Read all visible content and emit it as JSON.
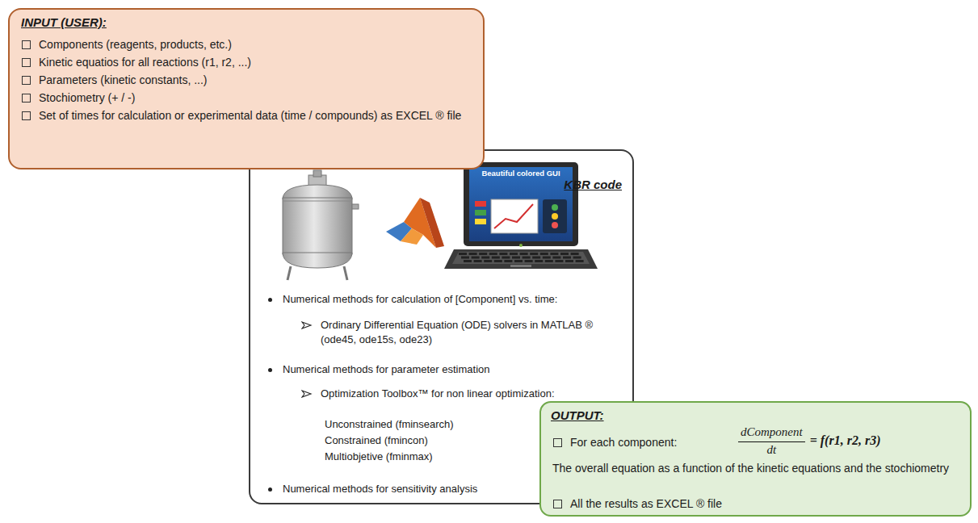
{
  "diagram": {
    "nodes": [
      {
        "text": [
          "INPUT (USER):",
          "Components (reagents, products, etc.)",
          "Kinetic equatios for all reactions (r1, r2, ...)",
          "Parameters (kinetic constants, ...)",
          "Stochiometry (+ / -)",
          "Set of times for calculation or experimental data (time / compounds) as EXCEL ® file"
        ]
      },
      {
        "text": [
          "KBR code",
          "Numerical methods for calculation of [Component] vs. time:",
          "Ordinary Differential Equation (ODE) solvers in MATLAB ® (ode45, ode15s, ode23)",
          "Numerical methods for parameter estimation",
          "Optimization Toolbox™ for non linear optimization:",
          "Unconstrained (fminsearch)",
          "Constrained (fmincon)",
          "Multiobjetive (fminmax)",
          "Numerical methods for sensitivity analysis"
        ]
      },
      {
        "text": [
          "OUTPUT:",
          "For each component:",
          "dComponent",
          "dt",
          "= f(r1, r2, r3)",
          "The overall equation as a function of the kinetic equations and the stochiometry",
          "All the results as EXCEL ® file"
        ]
      }
    ],
    "edges": [],
    "labels": [
      "Beautiful colored GUI"
    ]
  }
}
